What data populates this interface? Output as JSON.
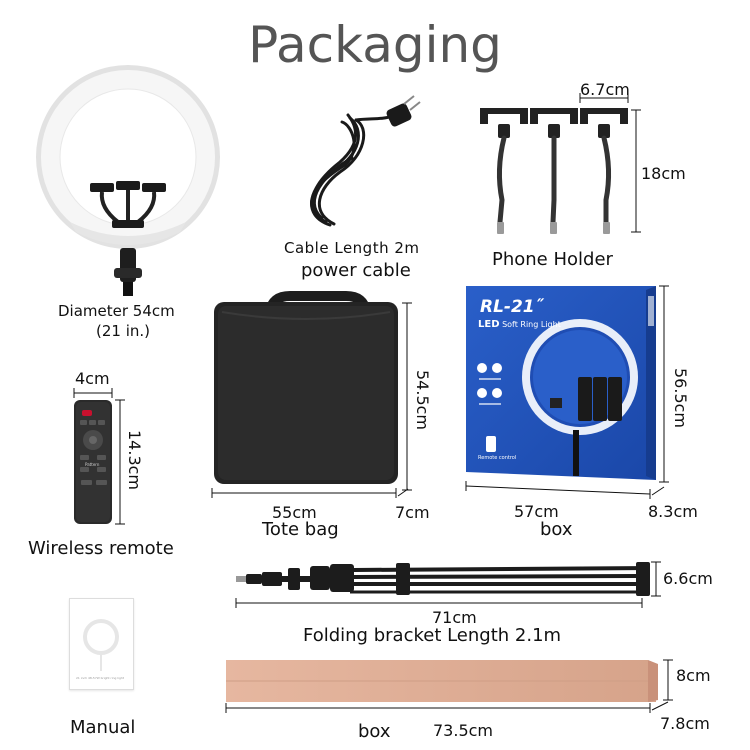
{
  "title": "Packaging",
  "ring_light": {
    "diameter": "Diameter 54cm",
    "inches": "(21 in.)"
  },
  "power_cable": {
    "length": "Cable Length 2m",
    "name": "power cable"
  },
  "phone_holder": {
    "width": "6.7cm",
    "height": "18cm",
    "name": "Phone Holder"
  },
  "tote_bag": {
    "height": "54.5cm",
    "width": "55cm",
    "depth": "7cm",
    "name": "Tote bag"
  },
  "box": {
    "model": "RL-21",
    "model_mark": "˝",
    "subtitle_led": "LED",
    "subtitle": "Soft Ring Light",
    "remote_text": "Remote control",
    "height": "56.5cm",
    "width": "57cm",
    "depth": "8.3cm",
    "name": "box"
  },
  "remote": {
    "width": "4cm",
    "height": "14.3cm",
    "name": "Wireless remote",
    "button_text": "Pattern"
  },
  "bracket": {
    "height": "6.6cm",
    "width": "71cm",
    "name": "Folding bracket Length 2.1m"
  },
  "manual": {
    "name": "Manual",
    "text": "21 inch 48-57W bright ring light"
  },
  "shipping_box": {
    "height": "8cm",
    "length": "73.5cm",
    "depth": "7.8cm",
    "name": "box"
  }
}
